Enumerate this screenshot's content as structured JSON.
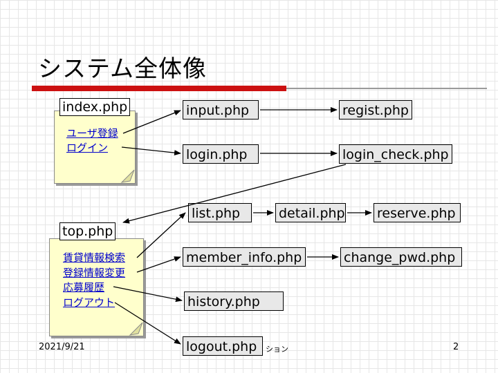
{
  "slide": {
    "title": "システム全体像",
    "date": "2021/9/21",
    "footer_fragment": "ション",
    "page_number": "2"
  },
  "index_note": {
    "label": "index.php",
    "links": [
      "ユーザ登録",
      "ログイン"
    ]
  },
  "top_note": {
    "label": "top.php",
    "links": [
      "賃貸情報検索",
      "登録情報変更",
      "応募履歴",
      "ログアウト"
    ]
  },
  "pages": {
    "input": "input.php",
    "regist": "regist.php",
    "login": "login.php",
    "login_check": "login_check.php",
    "list": "list.php",
    "detail": "detail.php",
    "reserve": "reserve.php",
    "member_info": "member_info.php",
    "change_pwd": "change_pwd.php",
    "history": "history.php",
    "logout": "logout.php"
  },
  "colors": {
    "accent_bar": "#cc1111",
    "note_fill": "#ffffcc",
    "link": "#0000cc",
    "node_fill": "#e8e8e8"
  }
}
